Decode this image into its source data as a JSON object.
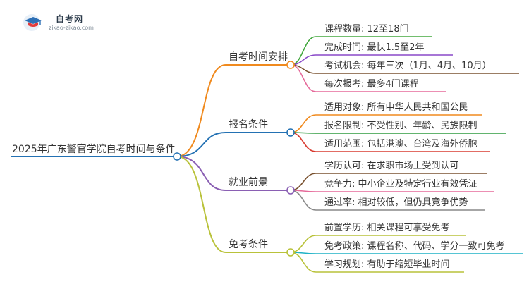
{
  "site": {
    "name": "自考网",
    "url": "zikao-zikao.com"
  },
  "mindmap": {
    "root": "2025年广东警官学院自考时间与条件",
    "branches": [
      {
        "label": "自考时间安排",
        "color": "#f08a1e",
        "leaves": [
          {
            "text": "课程数量: 12至18门",
            "color": "#43a83f"
          },
          {
            "text": "完成时间: 最快1.5至2年",
            "color": "#8a49c9"
          },
          {
            "text": "考试机会: 每年三次（1月、4月、10月）",
            "color": "#7a5230"
          },
          {
            "text": "每次报考: 最多4门课程",
            "color": "#e56a9a"
          }
        ]
      },
      {
        "label": "报名条件",
        "color": "#2371b3",
        "leaves": [
          {
            "text": "适用对象: 所有中华人民共和国公民",
            "color": "#f08a1e"
          },
          {
            "text": "报名限制: 不受性别、年龄、民族限制",
            "color": "#2e9b3e"
          },
          {
            "text": "适用范围: 包括港澳、台湾及海外侨胞",
            "color": "#d93b30"
          }
        ]
      },
      {
        "label": "就业前景",
        "color": "#8a5fb3",
        "leaves": [
          {
            "text": "学历认可: 在求职市场上受到认可",
            "color": "#7a5230"
          },
          {
            "text": "竞争力: 中小企业及特定行业有效凭证",
            "color": "#e56a9a"
          },
          {
            "text": "通过率: 相对较低，但仍具竞争优势",
            "color": "#888888"
          }
        ]
      },
      {
        "label": "免考条件",
        "color": "#b9c23a",
        "leaves": [
          {
            "text": "前置学历: 相关课程可享受免考",
            "color": "#b9c23a"
          },
          {
            "text": "免考政策: 课程名称、代码、学分一致可免考",
            "color": "#1fb2c6"
          },
          {
            "text": "学习规划: 有助于缩短毕业时间",
            "color": "#b9c23a"
          }
        ]
      }
    ]
  }
}
